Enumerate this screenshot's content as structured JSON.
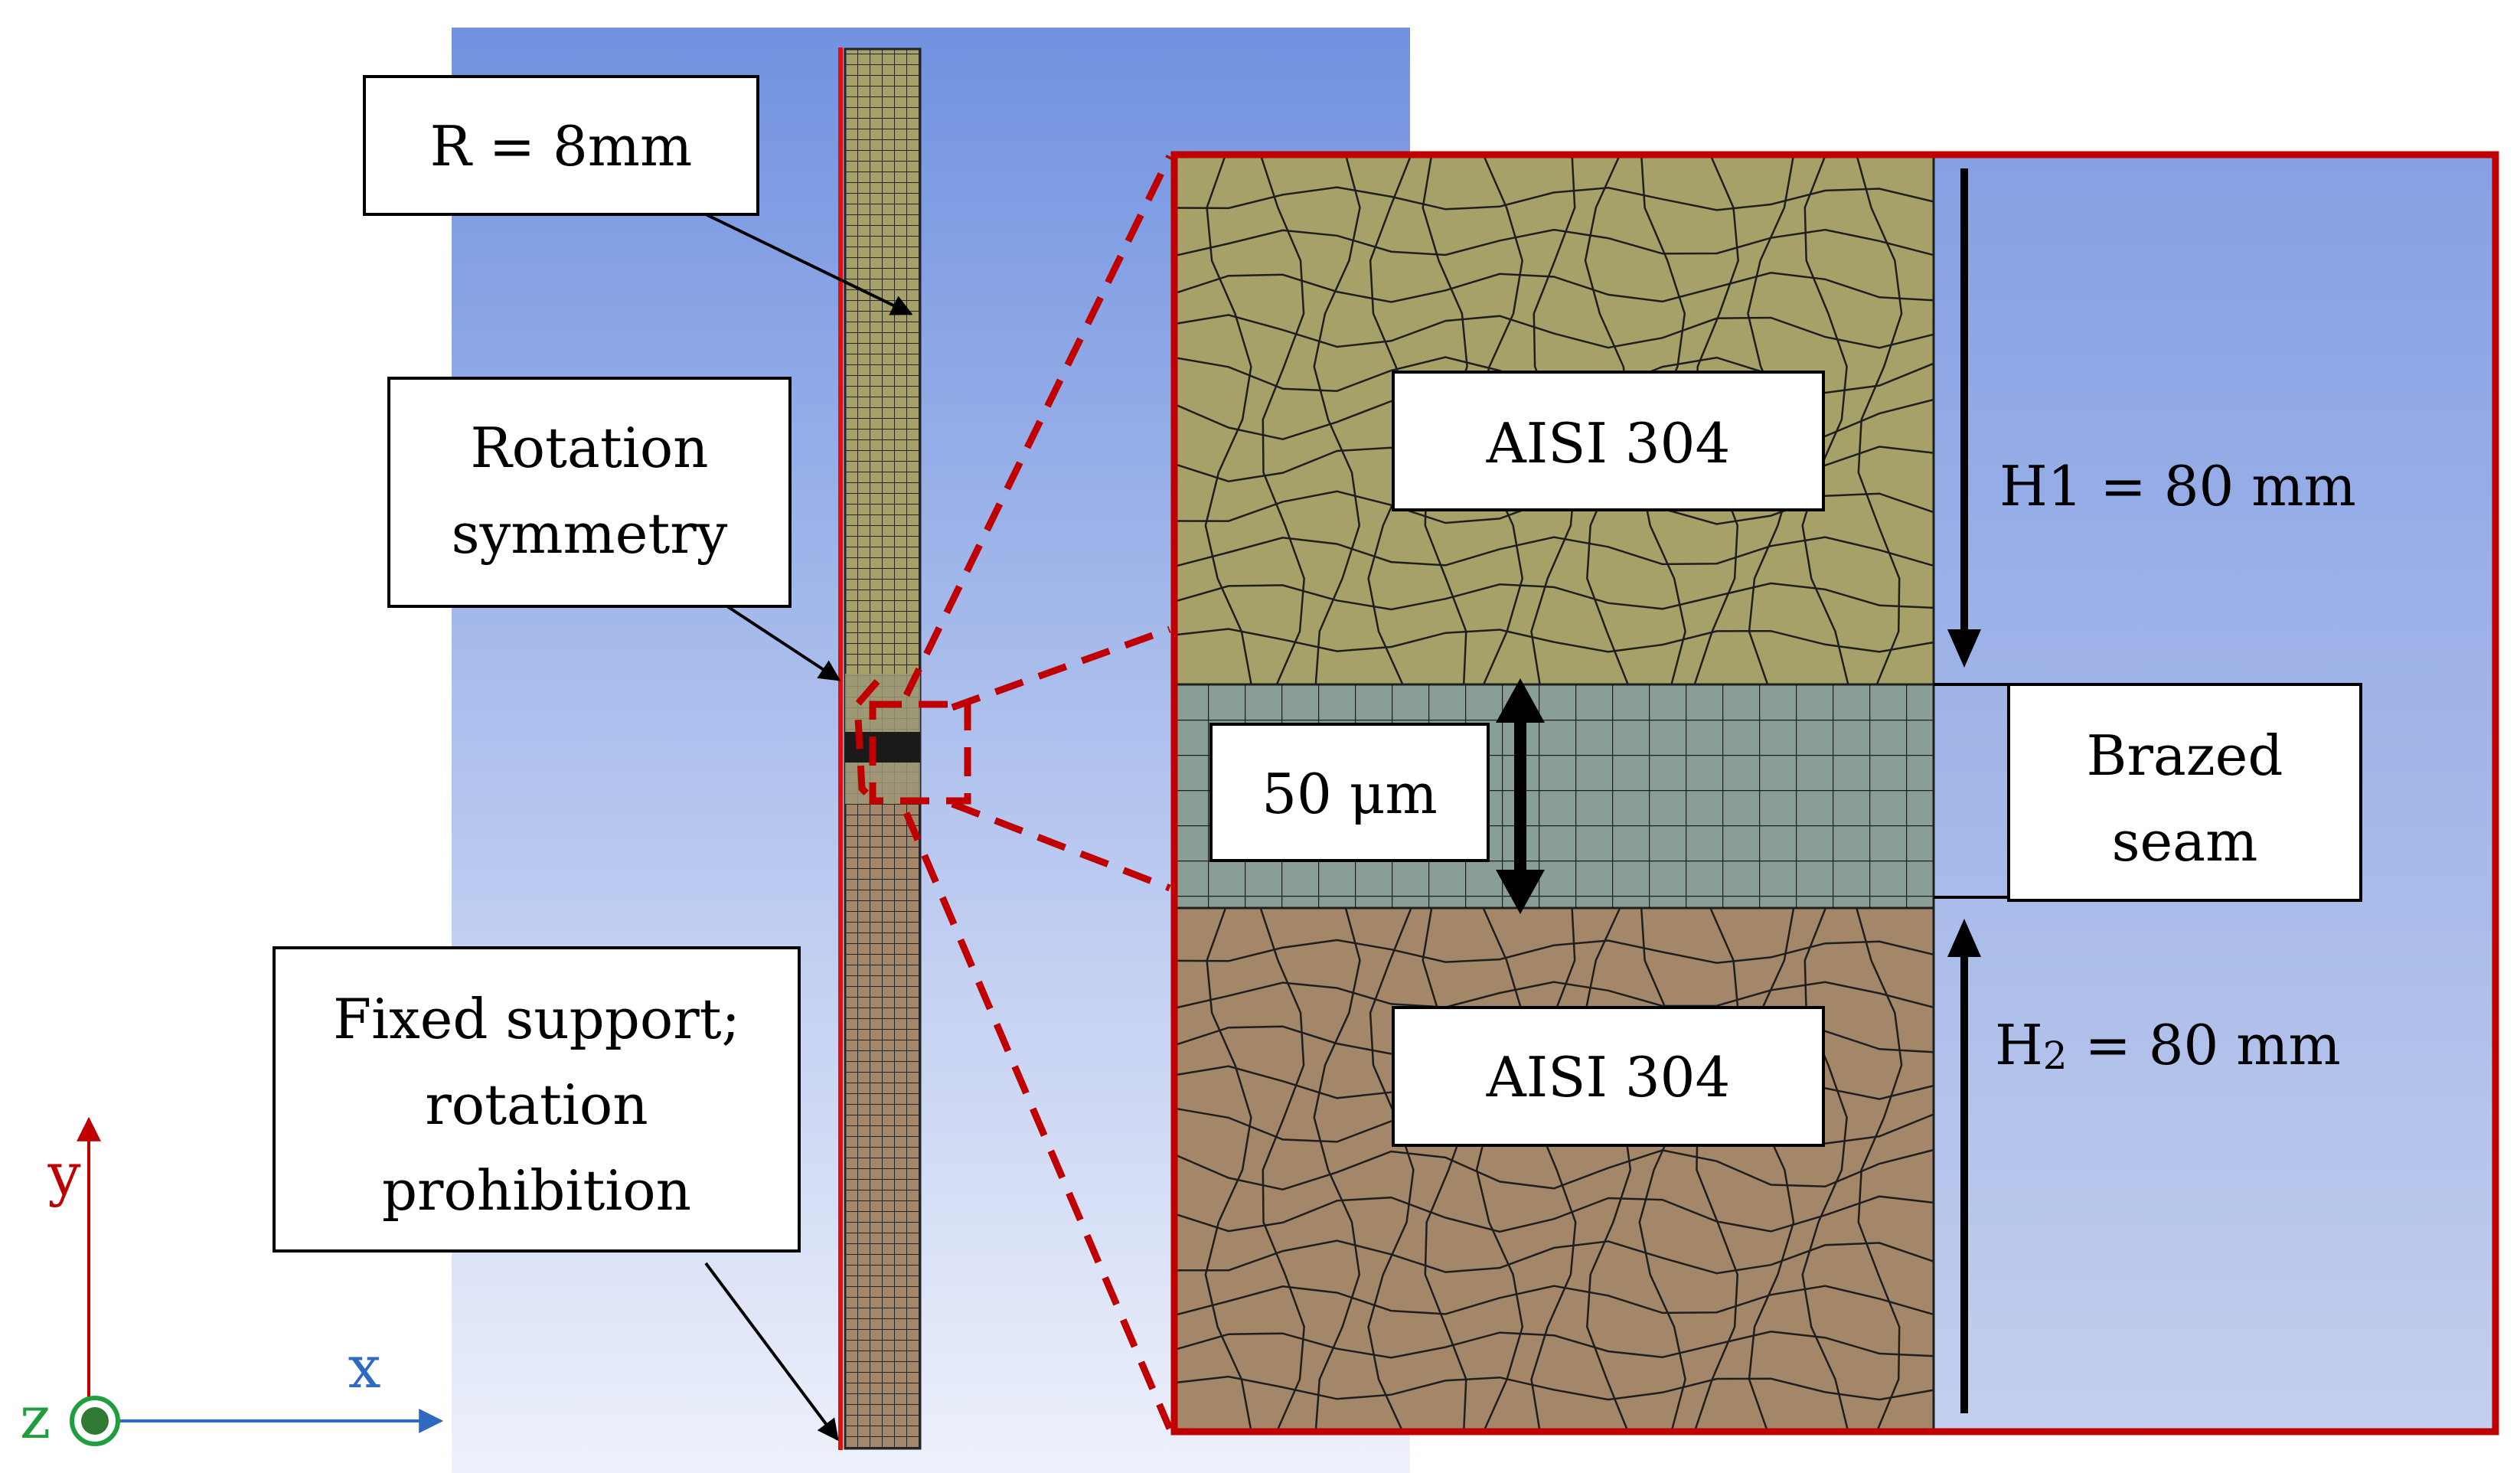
{
  "labels": {
    "radius": "R = 8mm",
    "rotation_line1": "Rotation",
    "rotation_line2": "symmetry",
    "fixed_line1": "Fixed support;",
    "fixed_line2": "rotation",
    "fixed_line3": "prohibition",
    "aisi_top": "AISI 304",
    "aisi_bottom": "AISI 304",
    "seam_thickness": "50 μm",
    "brazed_line1": "Brazed",
    "brazed_line2": "seam",
    "h1": "H1 = 80 mm",
    "h2_prefix": "H",
    "h2_sub": "2",
    "h2_rest": " = 80 mm"
  },
  "axes": {
    "y": "y",
    "x": "x",
    "z": "z"
  },
  "colors": {
    "bg_top": "#7192e0",
    "bg_bottom": "#eef1fb",
    "steel_top": "#a6a069",
    "steel_bottom": "#a48669",
    "seam": "#889e96",
    "mesh_line": "#1f1f1f",
    "outline_red": "#c00000",
    "y_axis": "#c00000",
    "x_axis": "#2e6bc0",
    "z_axis": "#1e9e3c",
    "z_dot": "#2f7a32"
  }
}
